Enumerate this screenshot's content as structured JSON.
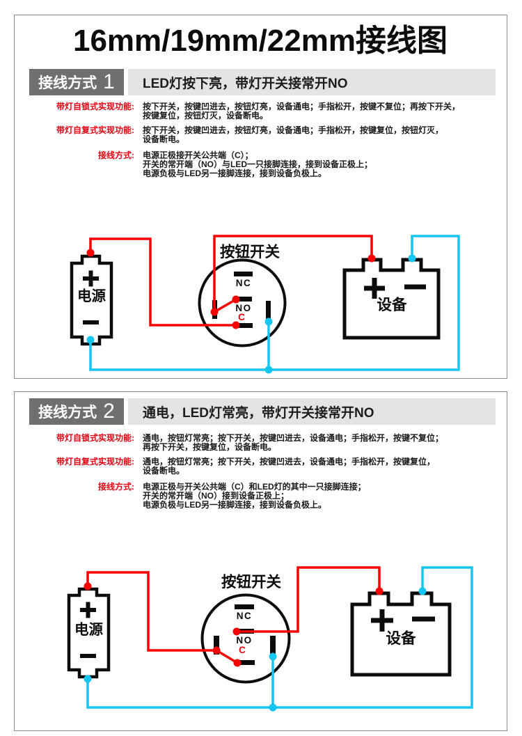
{
  "page": {
    "title": "16mm/19mm/22mm接线图"
  },
  "colors": {
    "accent_red": "#e60012",
    "wire_red": "#fa0000",
    "wire_cyan": "#15c5f2",
    "badge_bg": "#6f6f6f",
    "headline_bg": "#e4e4e4",
    "box_border": "#8a8a8a"
  },
  "sections": [
    {
      "badge_label": "接线方式",
      "badge_number": "1",
      "headline": "LED灯按下亮，带灯开关接常开NO",
      "rows": [
        {
          "label": "带灯自锁式实现功能:",
          "text": [
            "按下开关，按键凹进去，按钮灯亮，设备通电；手指松开，按键不复位；再按下开关，",
            "按键复位，按钮灯灭，设备断电。"
          ]
        },
        {
          "label": "带灯自复式实现功能:",
          "text": [
            "按下开关，按键凹进去，按钮灯亮，设备通电；手指松开，按键复位，按钮灯灭，",
            "设备断电。"
          ]
        },
        {
          "label": "接线方式:",
          "text": [
            "电源正极接开关公共端（C）；",
            "开关的常开端（NO）与LED一只接脚连接，接到设备正极上；",
            "电源负极与LED另一接脚连接，接到设备负极上。"
          ]
        }
      ],
      "diagram": {
        "power_label": "电源",
        "switch_label": "按钮开关",
        "device_label": "设备",
        "nc": "NC",
        "no": "NO",
        "c": "C"
      }
    },
    {
      "badge_label": "接线方式",
      "badge_number": "2",
      "headline": "通电，LED灯常亮，带灯开关接常开NO",
      "rows": [
        {
          "label": "带灯自锁式实现功能:",
          "text": [
            "通电，按钮灯常亮；按下开关，按键凹进去，设备通电；手指松开，按键不复位；",
            "再按下开关，按键复位，设备断电。"
          ]
        },
        {
          "label": "带灯自复式实现功能:",
          "text": [
            "通电，按钮灯常亮；按下开关，按键凹进去，设备通电；手指松开，按键复位，",
            "设备断电。"
          ]
        },
        {
          "label": "接线方式:",
          "text": [
            "电源正极与开关公共端（C）和LED灯的其中一只接脚连接；",
            "开关的常开端（NO）接到设备正极上；",
            "电源负极与LED另一接脚连接，接到设备负极上。"
          ]
        }
      ],
      "diagram": {
        "power_label": "电源",
        "switch_label": "按钮开关",
        "device_label": "设备",
        "nc": "NC",
        "no": "NO",
        "c": "C"
      }
    }
  ]
}
